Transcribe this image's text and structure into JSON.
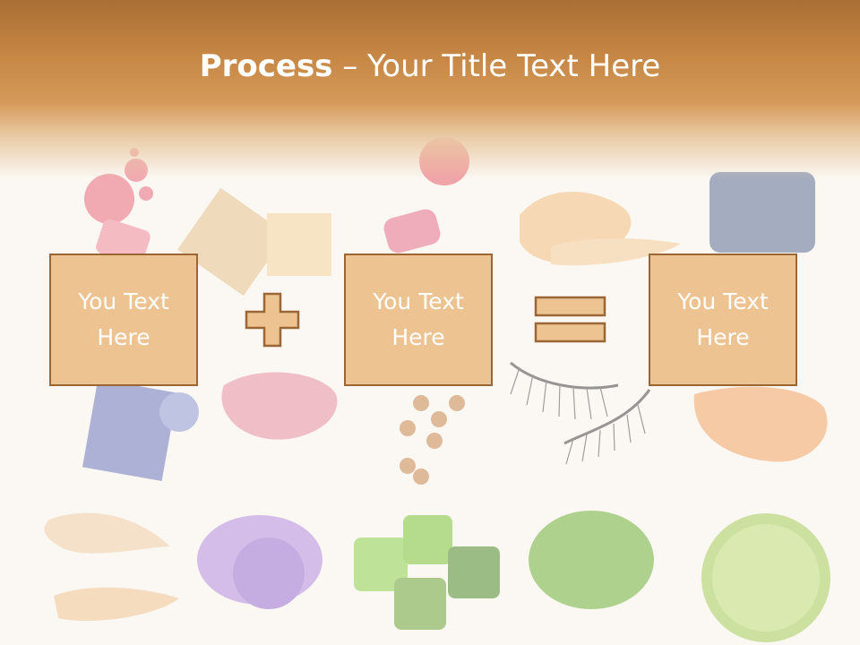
{
  "slide": {
    "title_bold": "Process",
    "title_rest": " – Your Title Text Here",
    "boxes": [
      {
        "text": "You Text Here"
      },
      {
        "text": "You Text Here"
      },
      {
        "text": "You Text Here"
      }
    ],
    "operators": [
      "plus-icon",
      "equals-icon"
    ],
    "colors": {
      "header": "#c48442",
      "box_fill": "#ecc391",
      "box_border": "#9b6636",
      "text": "#ffffff"
    }
  }
}
